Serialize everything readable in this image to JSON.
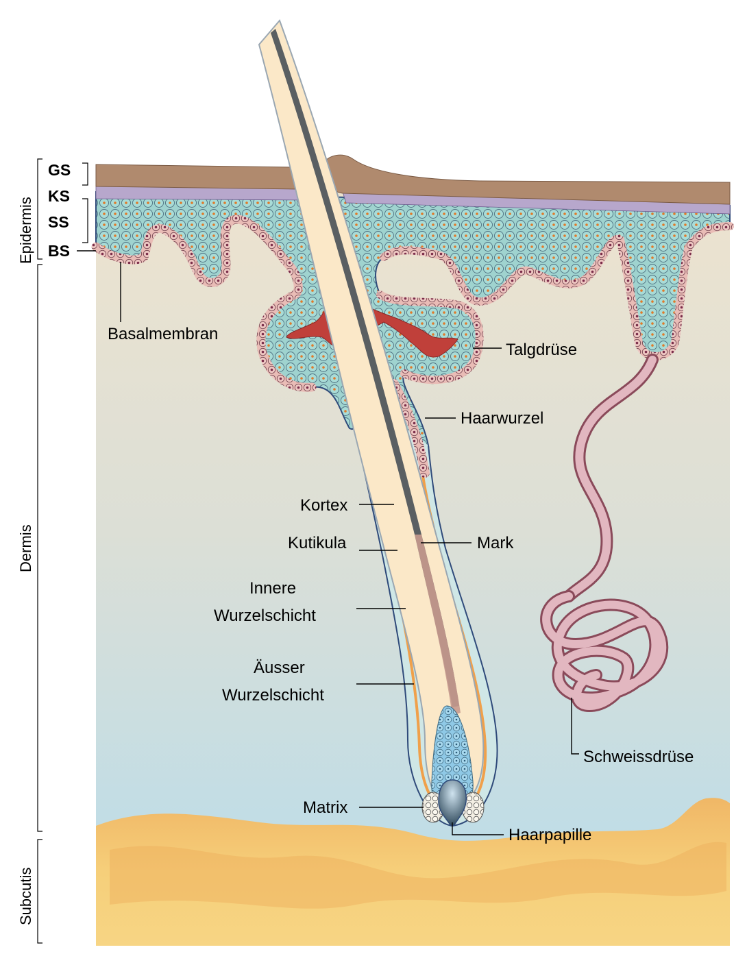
{
  "regions": {
    "epidermis": "Epidermis",
    "dermis": "Dermis",
    "subcutis": "Subcutis"
  },
  "layers": {
    "gs": "GS",
    "ks": "KS",
    "ss": "SS",
    "bs": "BS"
  },
  "labels": {
    "basalmembran": "Basalmembran",
    "talgdruese": "Talgdrüse",
    "haarwurzel": "Haarwurzel",
    "kortex": "Kortex",
    "kutikula": "Kutikula",
    "mark": "Mark",
    "innere_1": "Innere",
    "innere_2": "Wurzelschicht",
    "aeusser_1": "Äusser",
    "aeusser_2": "Wurzelschicht",
    "matrix": "Matrix",
    "haarpapille": "Haarpapille",
    "schweissdruese": "Schweissdrüse"
  },
  "colors": {
    "horny_layer": "#b08a6e",
    "cells": "#9fd3cf",
    "basal_cells": "#e6b4b0",
    "nucleus": "#e07a2a",
    "sebum": "#c0403a",
    "dermis_top": "#e9e2d2",
    "dermis_bottom": "#b9dceb",
    "fat": "#f3c66a",
    "hair_shaft": "#fbe8c8",
    "medulla": "#5a5f62",
    "sweat_gland": "#c98a98"
  }
}
